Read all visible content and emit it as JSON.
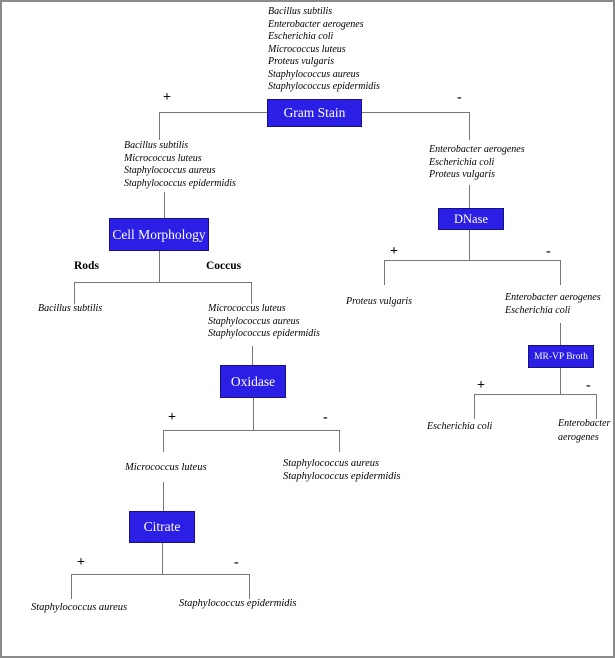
{
  "colors": {
    "box_fill": "#2b1fe6",
    "box_border": "#181088",
    "box_text": "#ffffff",
    "line": "#777777",
    "text": "#000000",
    "page_border": "#8a8a8a"
  },
  "nodes": {
    "gram_stain": "Gram Stain",
    "cell_morphology": "Cell Morphology",
    "dnase": "DNase",
    "oxidase": "Oxidase",
    "citrate": "Citrate",
    "mrvp": "MR-VP Broth"
  },
  "labels": {
    "plus": "+",
    "minus": "-",
    "rods": "Rods",
    "coccus": "Coccus"
  },
  "lists": {
    "all_organisms": [
      "Bacillus subtilis",
      "Enterobacter aerogenes",
      "Escherichia coli",
      "Micrococcus luteus",
      "Proteus vulgaris",
      "Staphylococcus aureus",
      "Staphylococcus epidermidis"
    ],
    "gram_positive": [
      "Bacillus subtilis",
      "Micrococcus luteus",
      "Staphylococcus aureus",
      "Staphylococcus epidermidis"
    ],
    "gram_negative": [
      "Enterobacter aerogenes",
      "Escherichia coli",
      "Proteus vulgaris"
    ],
    "rods_result": [
      "Bacillus subtilis"
    ],
    "coccus_result": [
      "Micrococcus luteus",
      "Staphylococcus aureus",
      "Staphylococcus epidermidis"
    ],
    "oxidase_positive": [
      "Micrococcus luteus"
    ],
    "oxidase_negative": [
      "Staphylococcus aureus",
      "Staphylococcus epidermidis"
    ],
    "citrate_positive": [
      "Staphylococcus aureus"
    ],
    "citrate_negative": [
      "Staphylococcus epidermidis"
    ],
    "dnase_positive": [
      "Proteus vulgaris"
    ],
    "dnase_negative": [
      "Enterobacter aerogenes",
      "Escherichia coli"
    ],
    "mrvp_positive": [
      "Escherichia coli"
    ],
    "mrvp_negative": [
      "Enterobacter aerogenes"
    ]
  }
}
